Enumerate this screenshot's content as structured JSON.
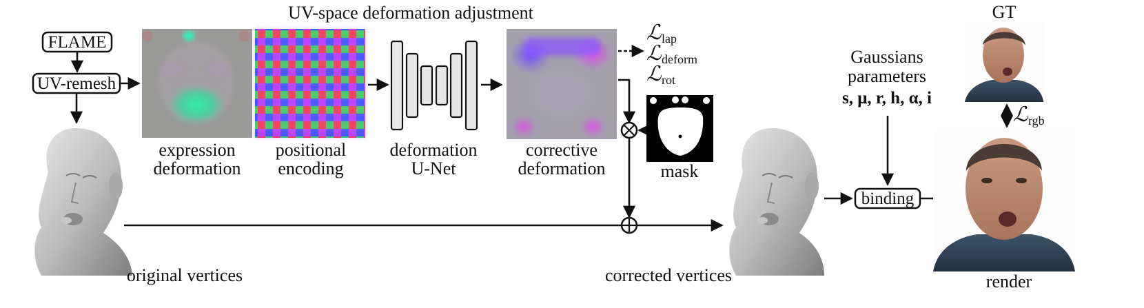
{
  "title": "UV-space deformation adjustment",
  "boxes": {
    "flame": "FLAME",
    "uv_remesh": "UV-remesh",
    "binding": "binding"
  },
  "captions": {
    "expression_line1": "expression",
    "expression_line2": "deformation",
    "positional_line1": "positional",
    "positional_line2": "encoding",
    "unet_line1": "deformation",
    "unet_line2": "U-Net",
    "corrective_line1": "corrective",
    "corrective_line2": "deformation",
    "mask": "mask",
    "original_vertices": "original vertices",
    "corrected_vertices": "corrected vertices",
    "gt": "GT",
    "render": "render"
  },
  "gaussians": {
    "line1": "Gaussians",
    "line2": "parameters",
    "line3": "s, μ, r, h, α, i"
  },
  "losses": {
    "script_l": "ℒ",
    "lap": "lap",
    "deform": "deform",
    "rot": "rot",
    "rgb": "rgb"
  },
  "operators": {
    "multiply": "⊗",
    "add": "⊕"
  },
  "colors": {
    "expression_green": "#2ee6a0",
    "corrective_magenta": "#e040f0",
    "corrective_blue": "#6a4cff",
    "pe_red": "#ff2a4a",
    "pe_green": "#2ad24a",
    "pe_blue": "#3a4cff"
  }
}
